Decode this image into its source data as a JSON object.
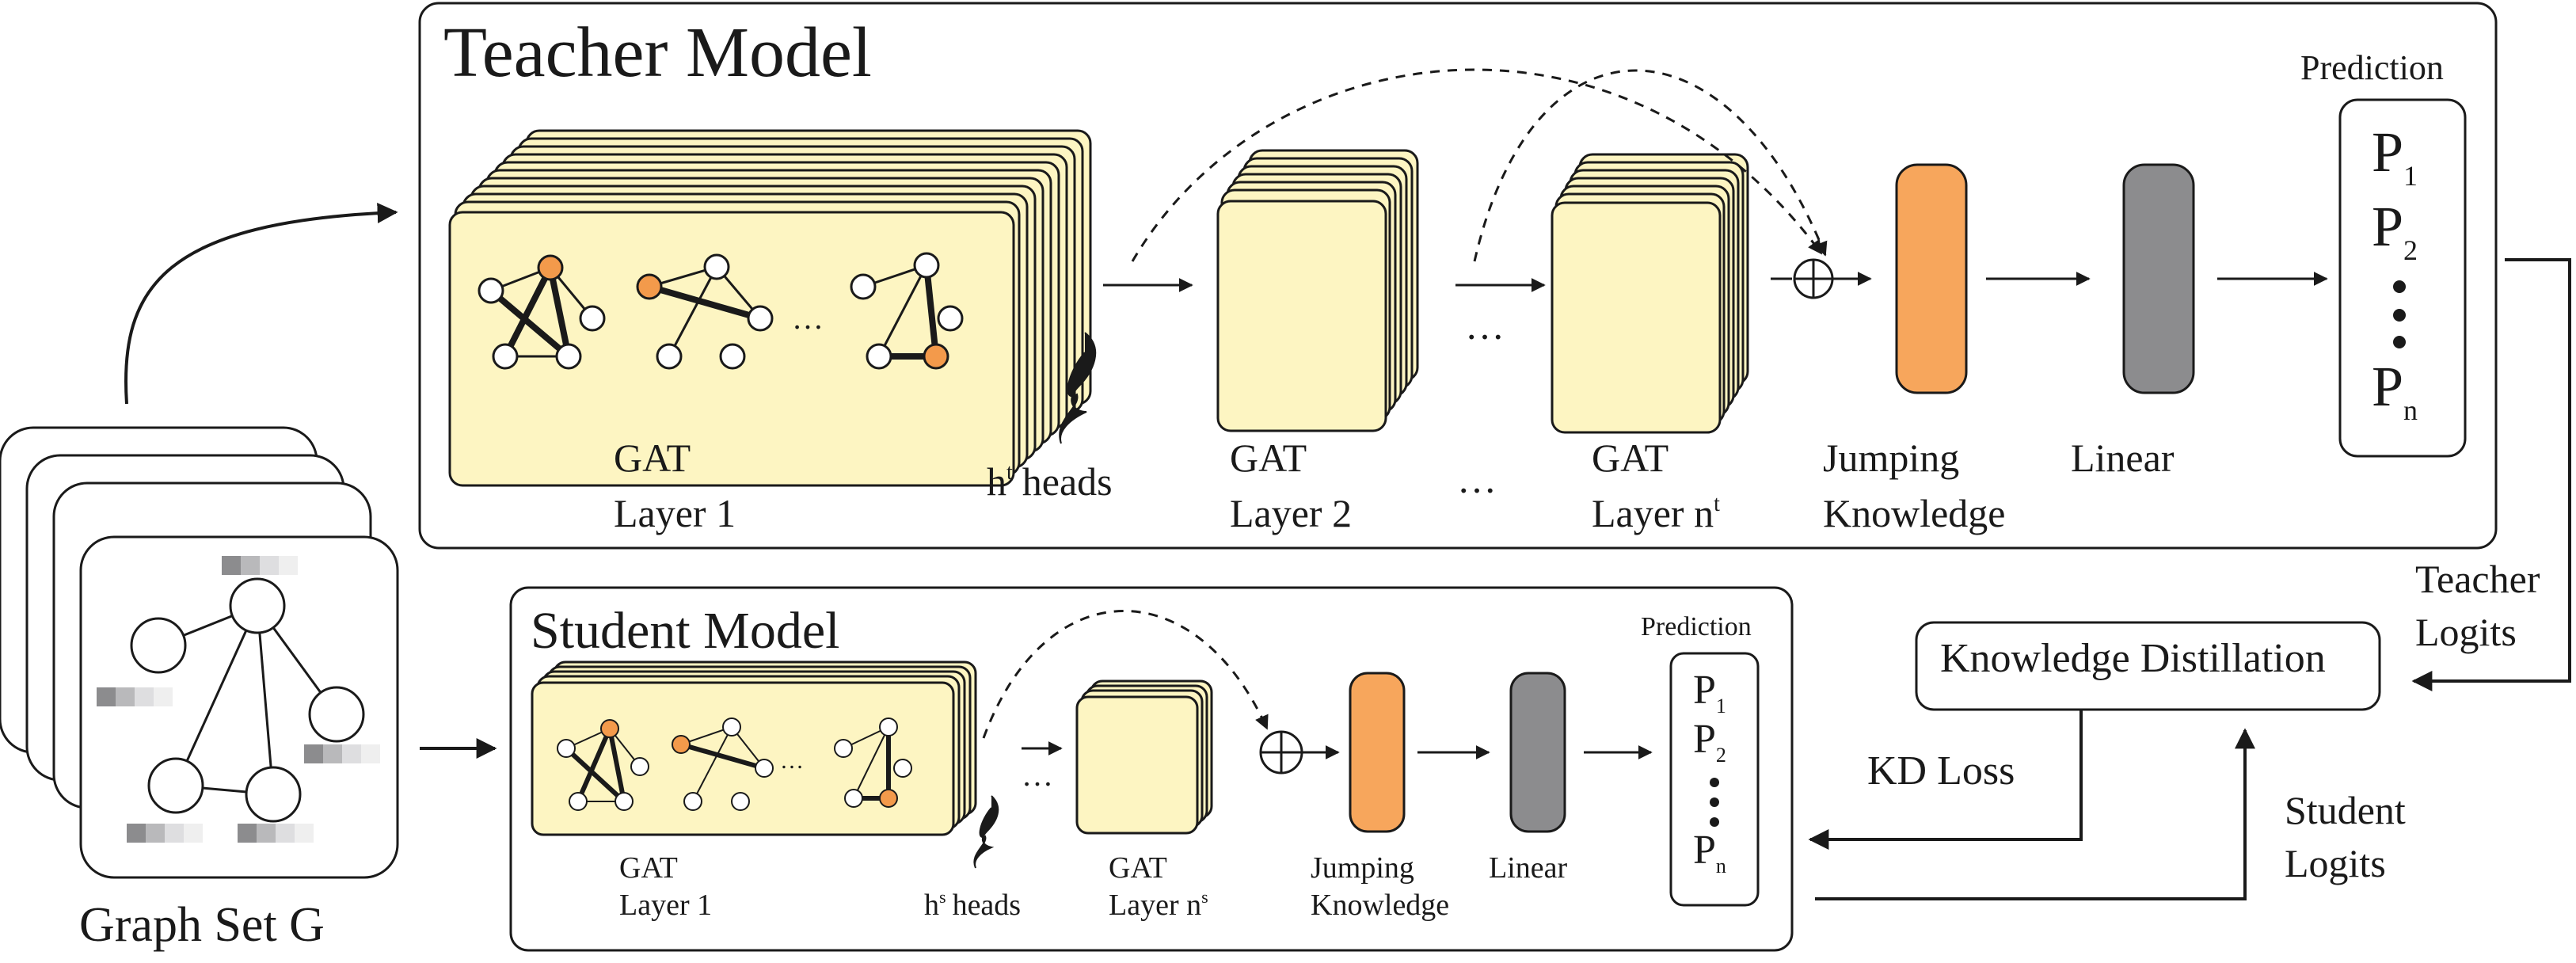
{
  "teacher": {
    "title": "Teacher Model",
    "gat_layer1": [
      "GAT",
      "Layer 1"
    ],
    "heads": "h",
    "heads_sup": "t",
    "heads_word": "heads",
    "gat_layer2": [
      "GAT",
      "Layer 2"
    ],
    "ellipsis": "…",
    "gat_layern": [
      "GAT",
      "Layer n"
    ],
    "layern_sup": "t",
    "jk": [
      "Jumping",
      "Knowledge"
    ],
    "linear": "Linear",
    "prediction_title": "Prediction",
    "p_letter": "P",
    "p_subs": [
      "1",
      "2",
      "n"
    ]
  },
  "student": {
    "title": "Student Model",
    "gat_layer1": [
      "GAT",
      "Layer 1"
    ],
    "heads": "h",
    "heads_sup": "s",
    "heads_word": "heads",
    "gat_layern": [
      "GAT",
      "Layer n"
    ],
    "layern_sup": "s",
    "jk": [
      "Jumping",
      "Knowledge"
    ],
    "linear": "Linear",
    "prediction_title": "Prediction",
    "p_letter": "P",
    "p_subs": [
      "1",
      "2",
      "n"
    ]
  },
  "graph_set_label": "Graph Set G",
  "kd_box": "Knowledge Distillation",
  "teacher_logits": [
    "Teacher",
    "Logits"
  ],
  "student_logits": [
    "Student",
    "Logits"
  ],
  "kd_loss": "KD Loss",
  "colors": {
    "layer_fill": "#fdf5c2",
    "jk_orange": "#f7a65c",
    "linear_gray": "#8c8c8e",
    "node_orange": "#f39a4b"
  }
}
